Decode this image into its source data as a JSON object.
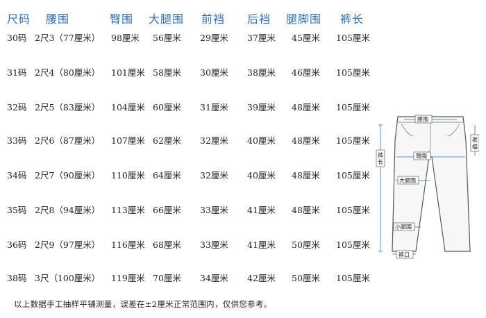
{
  "table": {
    "headers": [
      "尺码",
      "腰围",
      "臀围",
      "大腿围",
      "前裆",
      "后裆",
      "腿脚围",
      "裤长"
    ],
    "rows": [
      [
        "30码",
        "2尺3（77厘米）",
        "98厘米",
        "56厘米",
        "29厘米",
        "37厘米",
        "45厘米",
        "105厘米"
      ],
      [
        "31码",
        "2尺4（80厘米）",
        "101厘米",
        "58厘米",
        "30厘米",
        "38厘米",
        "46厘米",
        "105厘米"
      ],
      [
        "32码",
        "2尺5（83厘米）",
        "104厘米",
        "60厘米",
        "31厘米",
        "39厘米",
        "48厘米",
        "105厘米"
      ],
      [
        "33码",
        "2尺6（87厘米）",
        "107厘米",
        "62厘米",
        "32厘米",
        "40厘米",
        "48厘米",
        "105厘米"
      ],
      [
        "34码",
        "2尺7（90厘米）",
        "110厘米",
        "64厘米",
        "32厘米",
        "40厘米",
        "48厘米",
        "105厘米"
      ],
      [
        "35码",
        "2尺8（94厘米）",
        "113厘米",
        "66厘米",
        "33厘米",
        "41厘米",
        "48厘米",
        "105厘米"
      ],
      [
        "36码",
        "2尺9（97厘米）",
        "116厘米",
        "68厘米",
        "33厘米",
        "41厘米",
        "50厘米",
        "105厘米"
      ],
      [
        "38码",
        "3尺（100厘米）",
        "119厘米",
        "70厘米",
        "34厘米",
        "42厘米",
        "50厘米",
        "105厘米"
      ]
    ]
  },
  "note": "以上数据手工抽样平铺测量，误差在±2厘米正常范围内，仅供您参考。",
  "diagram": {
    "labels": {
      "waist": "腰围",
      "rise": "裤檔",
      "hip": "臀围",
      "length": "裤长",
      "thigh": "大腿围",
      "calf": "小腿围",
      "hem": "裤口"
    }
  },
  "colors": {
    "header": "#2f6fc0",
    "diagram_line": "#555555",
    "measure_line": "#2f6fc0"
  }
}
